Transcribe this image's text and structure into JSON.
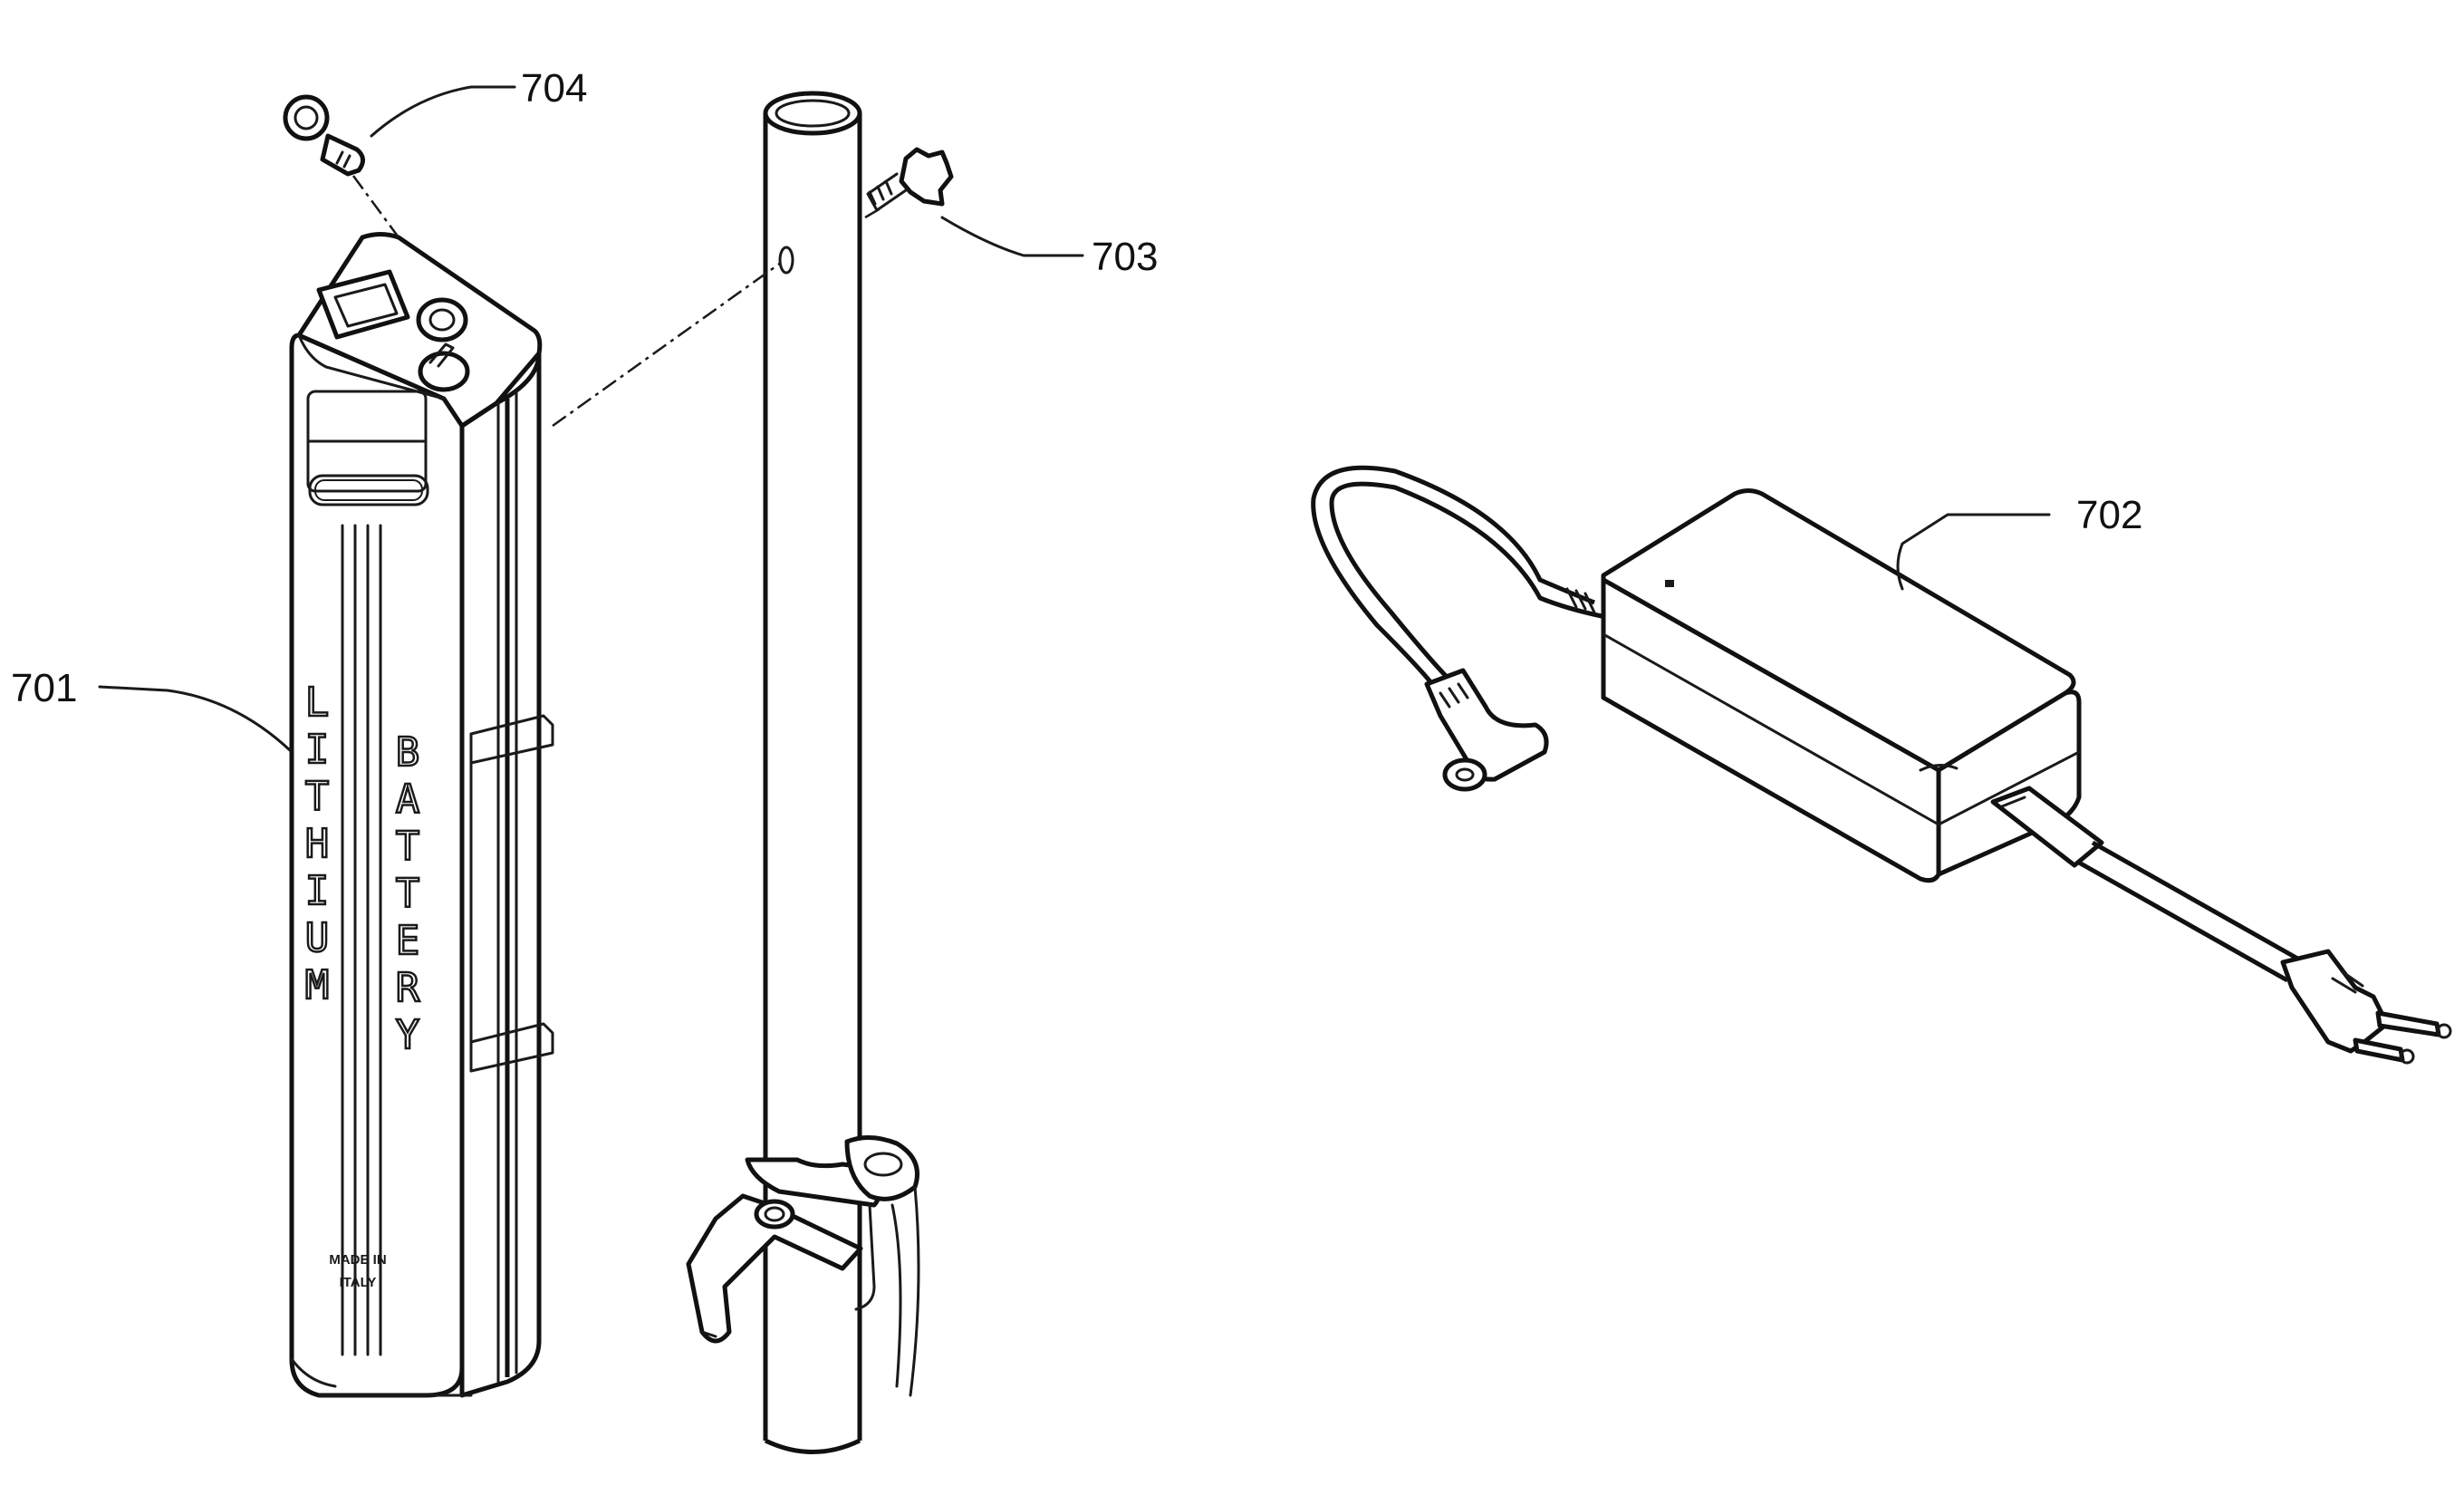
{
  "labels": {
    "ref_701": "701",
    "ref_702": "702",
    "ref_703": "703",
    "ref_704": "704"
  },
  "battery": {
    "text_left": "LITHIUM",
    "text_right": "BATTERY",
    "made_line1": "MADE IN",
    "made_line2": "ITALY"
  },
  "colors": {
    "line": "#1a1a1a",
    "background": "#ffffff"
  }
}
